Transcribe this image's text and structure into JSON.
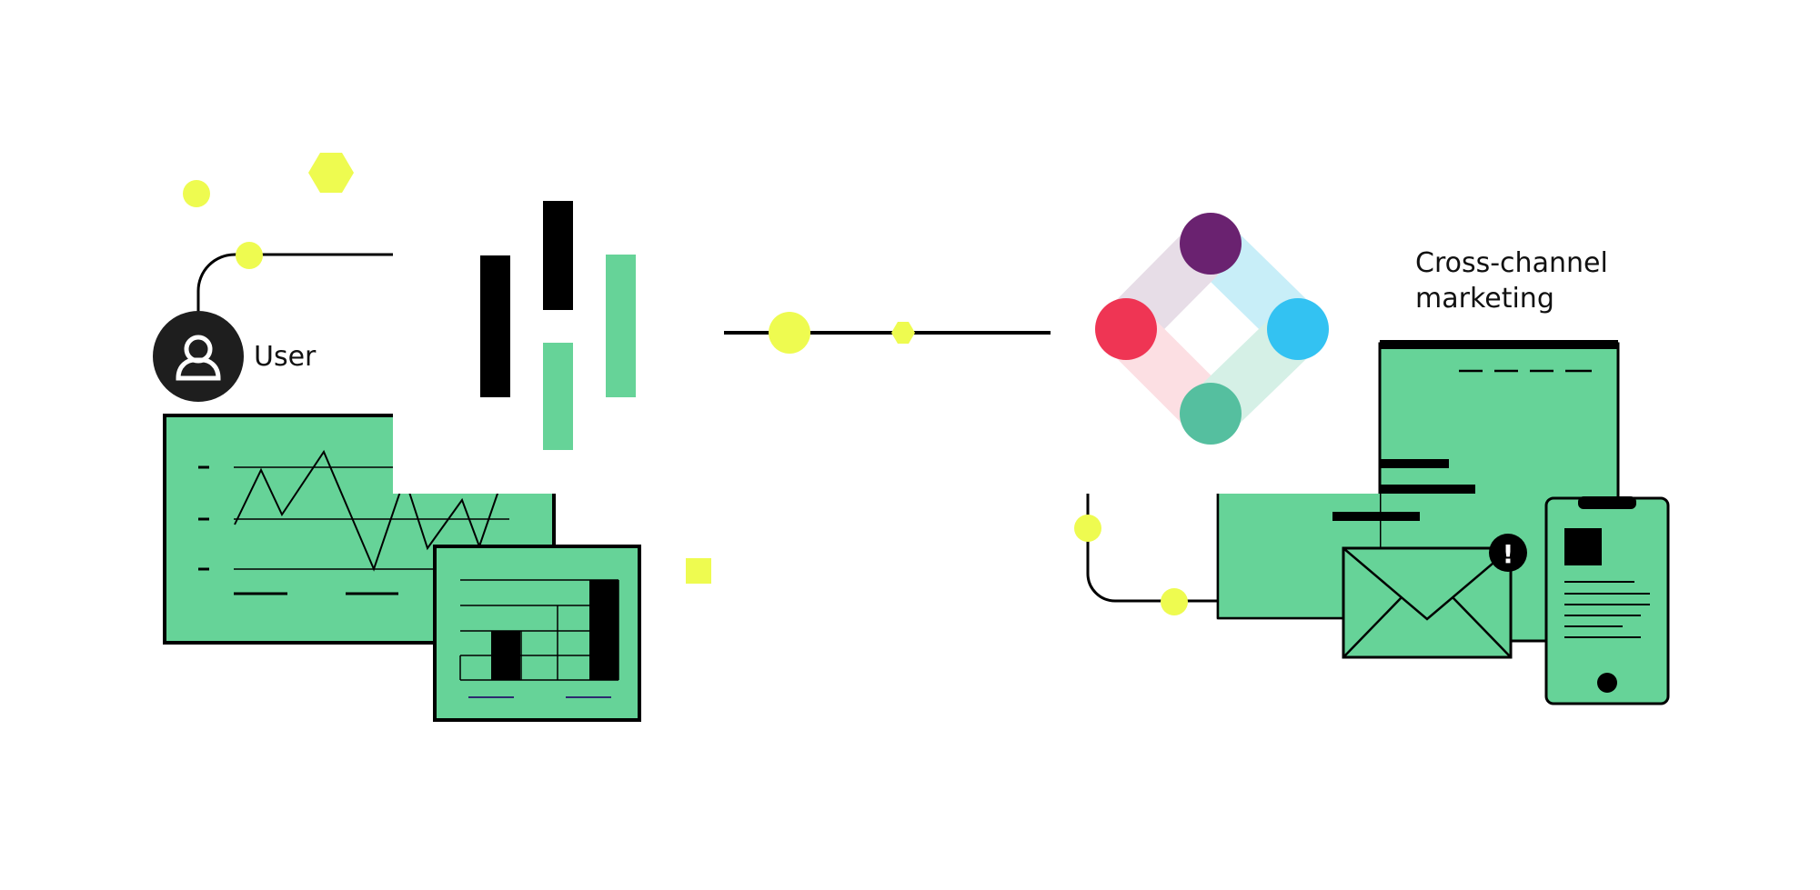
{
  "labels": {
    "user": "User",
    "marketing_line1": "Cross-channel",
    "marketing_line2": "marketing"
  },
  "icons": {
    "user": "user-icon",
    "alert": "alert-icon",
    "envelope": "envelope-icon",
    "phone": "mobile-phone-icon",
    "brand_mark": "four-dot-diamond-icon",
    "bar_mark": "vertical-bars-icon"
  },
  "alert_symbol": "!",
  "colors": {
    "green": "#66d398",
    "yellow": "#eefb50",
    "black": "#000000",
    "dark_avatar": "#1e1e1e",
    "purple": "#6a2270",
    "red": "#ef3554",
    "cyan": "#33c2f2",
    "teal": "#55bf9f",
    "line_chart_navy": "#2c2a70"
  }
}
